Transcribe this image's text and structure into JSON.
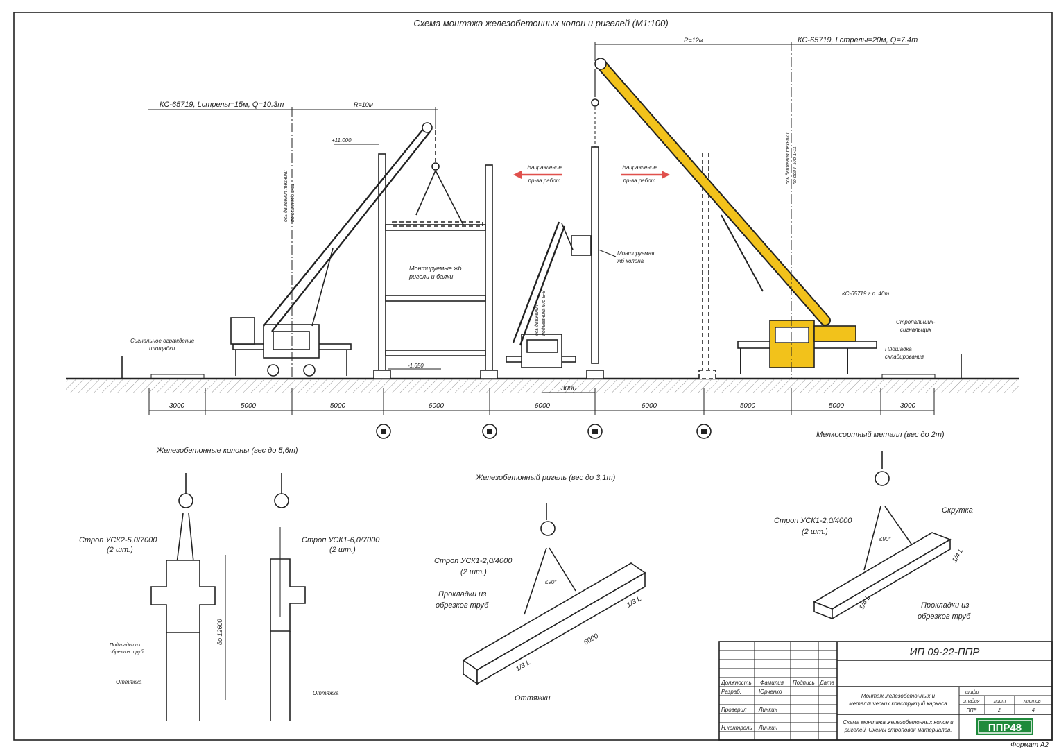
{
  "sheet": {
    "main_title": "Схема монтажа железобетонных колон и ригелей (М1:100)",
    "format": "Формат А2"
  },
  "scheme": {
    "crane_left_label": "КС-65719, Lстрелы=15м, Q=10.3т",
    "crane_left_radius": "R=10м",
    "crane_right_label": "КС-65719, Lстрелы=20м, Q=7.4т",
    "crane_right_radius": "R=12м",
    "elev_top": "+11.000",
    "elev_bottom": "-1.650",
    "axis_left_line1": "ось движения техники",
    "axis_left_line2": "по оси А м/о 1-11",
    "axis_right_line1": "ось движения техники",
    "axis_right_line2": "по оси Г м/о 1-11",
    "axis_lift_line1": "ось движения",
    "axis_lift_line2": "подъемника м/о Б-В",
    "direction_left_line1": "Направление",
    "direction_left_line2": "пр-ва работ",
    "direction_right_line1": "Направление",
    "direction_right_line2": "пр-ва работ",
    "beams_label_line1": "Монтируемые жб",
    "beams_label_line2": "ригели и балки",
    "column_label_line1": "Монтируемая",
    "column_label_line2": "жб колона",
    "crane_right_tag": "КС-65719 г.п. 40т",
    "fence_label_line1": "Сигнальное ограждение",
    "fence_label_line2": "площадки",
    "signaller_label_line1": "Стропальщик-",
    "signaller_label_line2": "сигнальщик",
    "storage_label_line1": "Площадка",
    "storage_label_line2": "складирования",
    "dim_3000": "3000",
    "dimensions": [
      "3000",
      "5000",
      "5000",
      "6000",
      "6000",
      "6000",
      "5000",
      "5000",
      "3000"
    ]
  },
  "details": {
    "col_title": "Железобетонные колоны (вес до 5,6т)",
    "sling_a_line1": "Строп УСК2-5,0/7000",
    "sling_a_line2": "(2 шт.)",
    "sling_b_line1": "Строп УСК1-6,0/7000",
    "sling_b_line2": "(2 шт.)",
    "pads_col_line1": "Подкладки из",
    "pads_col_line2": "обрезков труб",
    "col_height": "до 12600",
    "guy_a": "Оттяжка",
    "guy_b": "Оттяжка",
    "beam_title": "Железобетонный ригель (вес до 3,1т)",
    "sling_c_line1": "Строп УСК1-2,0/4000",
    "sling_c_line2": "(2 шт.)",
    "pads_beam_line1": "Прокладки из",
    "pads_beam_line2": "обрезков труб",
    "angle_beam": "≤90°",
    "third_a": "1/3 L",
    "third_b": "1/3 L",
    "beam_len": "6000",
    "guys_beam": "Оттяжки",
    "metal_title": "Мелкосортный металл (вес до 2т)",
    "sling_d_line1": "Строп УСК1-2,0/4000",
    "sling_d_line2": "(2 шт.)",
    "twist": "Скрутка",
    "angle_metal": "≤90°",
    "quarter_a": "1/4 L",
    "quarter_b": "1/4 L",
    "pads_metal_line1": "Прокладки из",
    "pads_metal_line2": "обрезков труб"
  },
  "stamp": {
    "code": "ИП 09-22-ППР",
    "col_position": "Должность",
    "col_surname": "Фамилия",
    "col_sign": "Подпись",
    "col_date": "Дата",
    "row1_role": "Разраб.",
    "row1_name": "Юрченко",
    "row2_role": "Проверил",
    "row2_name": "Линкин",
    "row3_role": "Н.контроль",
    "row3_name": "Линкин",
    "project_line1": "Монтаж железобетонных и",
    "project_line2": "металлических конструкций каркаса",
    "drawing_line1": "Схема монтажа железобетонных колон и",
    "drawing_line2": "ригелей. Схемы строповок материалов.",
    "cipher": "шифр",
    "stage": "стадия",
    "sheet": "лист",
    "sheets": "листов",
    "stage_val": "ППР",
    "sheet_val": "2",
    "sheets_val": "4",
    "logo": "ППР48"
  },
  "colors": {
    "crane_yellow": "#f2c21b",
    "direction_red": "#e0504c",
    "logo_green": "#1f8a3b"
  }
}
